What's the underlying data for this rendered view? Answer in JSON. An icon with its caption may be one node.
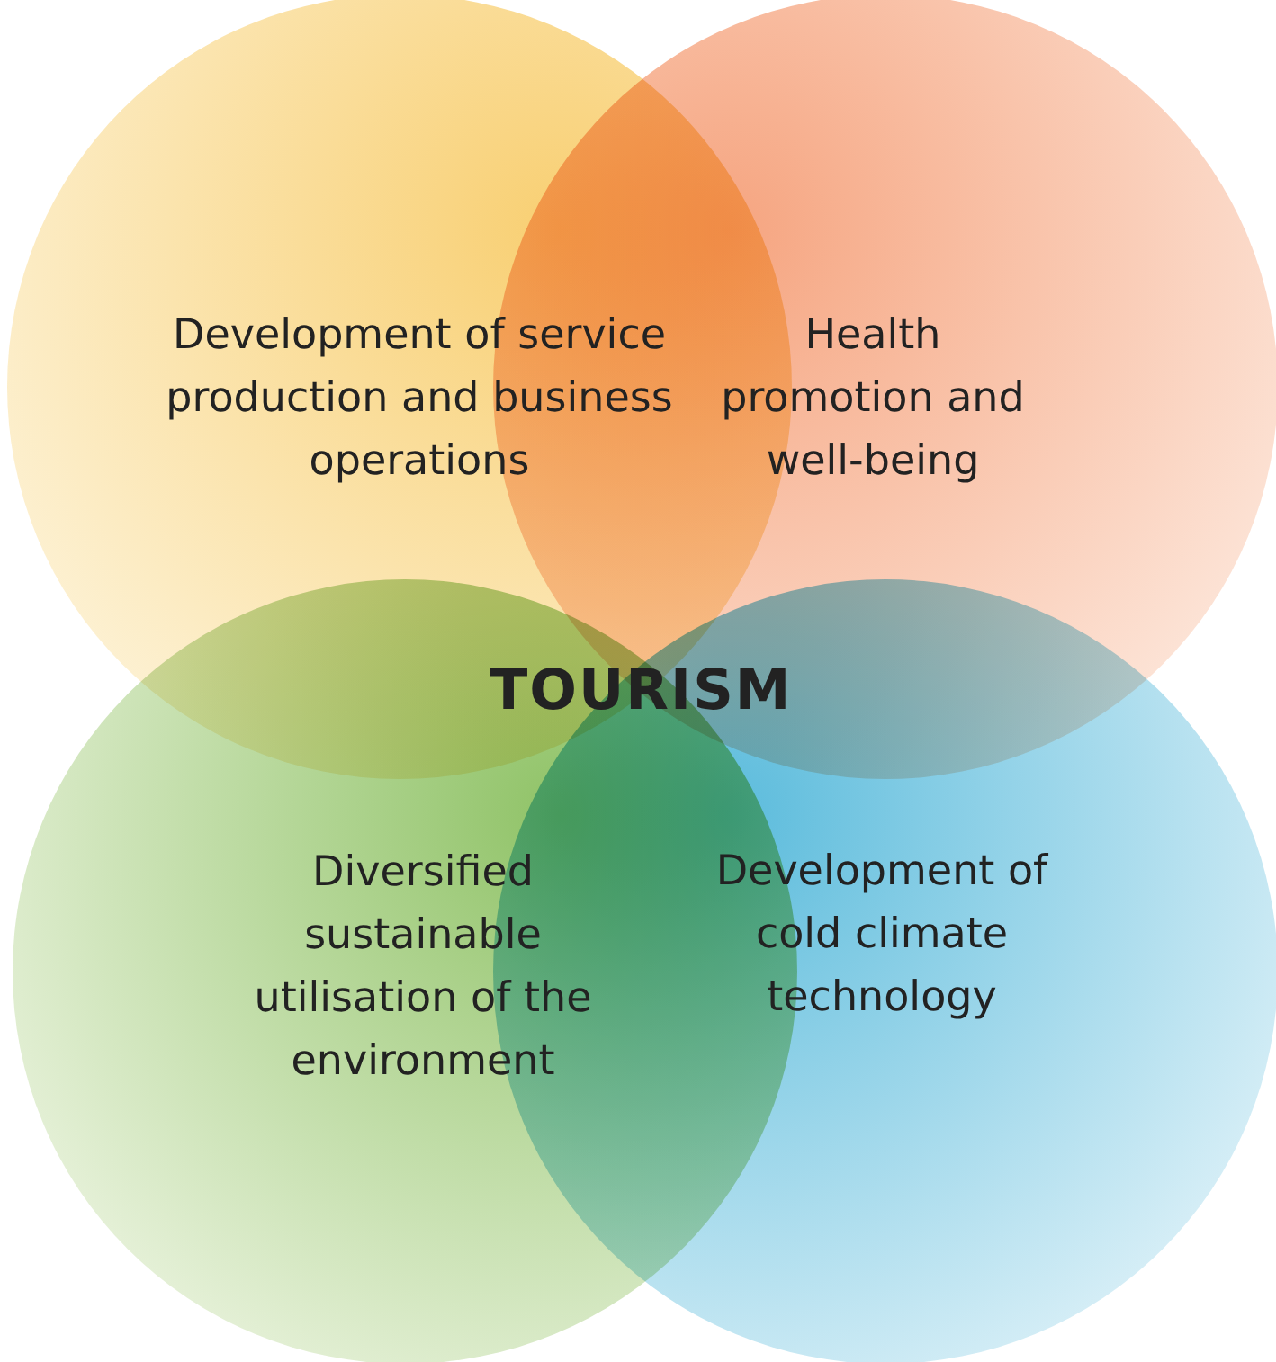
{
  "diagram": {
    "nodes": [
      {
        "text": [
          "Development of service production and business operations"
        ]
      },
      {
        "text": [
          "Health promotion and well-being"
        ]
      },
      {
        "text": [
          "Diversified sustainable utilisation of the environment"
        ]
      },
      {
        "text": [
          "Development of cold climate technology"
        ]
      }
    ],
    "labels": [
      "TOURISM"
    ]
  }
}
